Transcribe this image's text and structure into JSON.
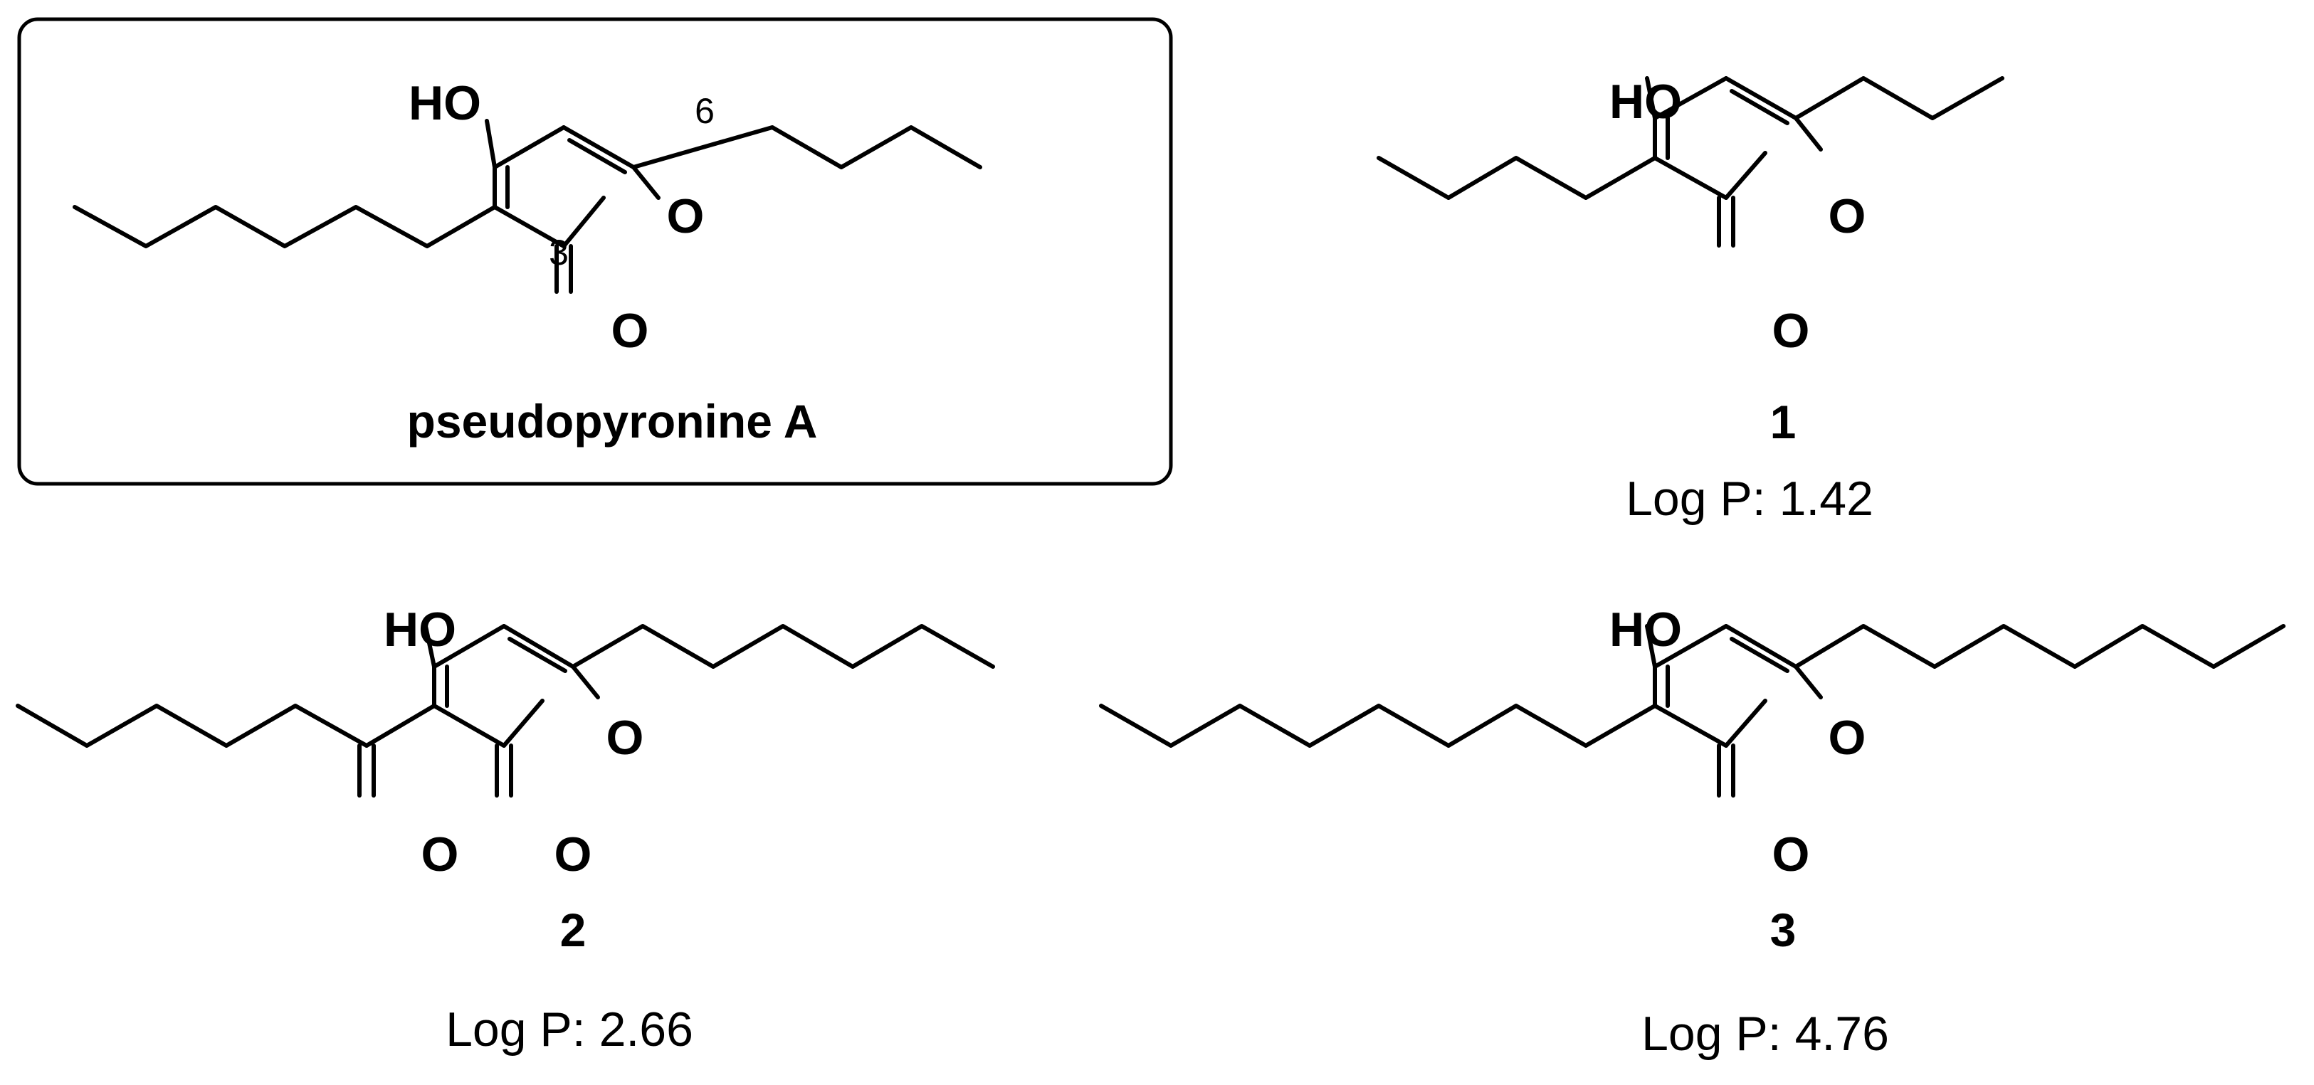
{
  "highlight_compound": {
    "name": "pseudopyronine A",
    "atoms": {
      "hydroxyl": "HO",
      "ring_oxygen": "O",
      "carbonyl_oxygen": "O"
    },
    "position_labels": {
      "c3": "3",
      "c6": "6"
    }
  },
  "compounds": [
    {
      "label": "1",
      "logp": "Log P: 1.42",
      "atoms": {
        "hydroxyl": "HO",
        "ring_oxygen": "O",
        "carbonyl_oxygen": "O"
      }
    },
    {
      "label": "2",
      "logp": "Log P: 2.66",
      "atoms": {
        "hydroxyl": "HO",
        "ring_oxygen": "O",
        "carbonyl_oxygen": "O",
        "acyl_oxygen": "O"
      }
    },
    {
      "label": "3",
      "logp": "Log P: 4.76",
      "atoms": {
        "hydroxyl": "HO",
        "ring_oxygen": "O",
        "carbonyl_oxygen": "O"
      }
    }
  ]
}
